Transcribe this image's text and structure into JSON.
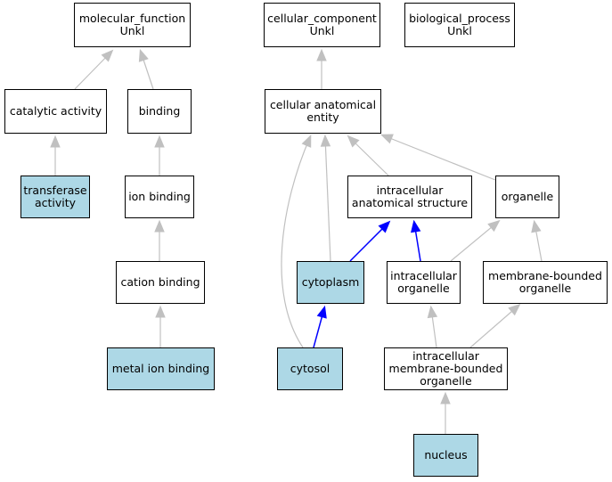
{
  "nodes": {
    "molecular_function": {
      "label": "molecular_function\nUnkl",
      "highlighted": false
    },
    "cellular_component": {
      "label": "cellular_component\nUnkl",
      "highlighted": false
    },
    "biological_process": {
      "label": "biological_process\nUnkl",
      "highlighted": false
    },
    "catalytic_activity": {
      "label": "catalytic activity",
      "highlighted": false
    },
    "binding": {
      "label": "binding",
      "highlighted": false
    },
    "cellular_anatomical_entity": {
      "label": "cellular anatomical\nentity",
      "highlighted": false
    },
    "transferase_activity": {
      "label": "transferase\nactivity",
      "highlighted": true
    },
    "ion_binding": {
      "label": "ion binding",
      "highlighted": false
    },
    "intracellular_anatomical_structure": {
      "label": "intracellular\nanatomical structure",
      "highlighted": false
    },
    "organelle": {
      "label": "organelle",
      "highlighted": false
    },
    "cation_binding": {
      "label": "cation binding",
      "highlighted": false
    },
    "cytoplasm": {
      "label": "cytoplasm",
      "highlighted": true
    },
    "intracellular_organelle": {
      "label": "intracellular\norganelle",
      "highlighted": false
    },
    "membrane_bounded_organelle": {
      "label": "membrane-bounded\norganelle",
      "highlighted": false
    },
    "metal_ion_binding": {
      "label": "metal ion binding",
      "highlighted": true
    },
    "cytosol": {
      "label": "cytosol",
      "highlighted": true
    },
    "intracellular_membrane_bounded_organelle": {
      "label": "intracellular\nmembrane-bounded\norganelle",
      "highlighted": false
    },
    "nucleus": {
      "label": "nucleus",
      "highlighted": true
    }
  },
  "edges": [
    {
      "from": "catalytic_activity",
      "to": "molecular_function",
      "color": "#c0c0c0"
    },
    {
      "from": "binding",
      "to": "molecular_function",
      "color": "#c0c0c0"
    },
    {
      "from": "transferase_activity",
      "to": "catalytic_activity",
      "color": "#c0c0c0"
    },
    {
      "from": "ion_binding",
      "to": "binding",
      "color": "#c0c0c0"
    },
    {
      "from": "cation_binding",
      "to": "ion_binding",
      "color": "#c0c0c0"
    },
    {
      "from": "metal_ion_binding",
      "to": "cation_binding",
      "color": "#c0c0c0"
    },
    {
      "from": "cellular_anatomical_entity",
      "to": "cellular_component",
      "color": "#c0c0c0"
    },
    {
      "from": "intracellular_anatomical_structure",
      "to": "cellular_anatomical_entity",
      "color": "#c0c0c0"
    },
    {
      "from": "organelle",
      "to": "cellular_anatomical_entity",
      "color": "#c0c0c0"
    },
    {
      "from": "cytoplasm",
      "to": "cellular_anatomical_entity",
      "color": "#c0c0c0"
    },
    {
      "from": "cytosol",
      "to": "cellular_anatomical_entity",
      "color": "#c0c0c0"
    },
    {
      "from": "cytoplasm",
      "to": "intracellular_anatomical_structure",
      "color": "#0000ff"
    },
    {
      "from": "intracellular_organelle",
      "to": "intracellular_anatomical_structure",
      "color": "#0000ff"
    },
    {
      "from": "intracellular_organelle",
      "to": "organelle",
      "color": "#c0c0c0"
    },
    {
      "from": "membrane_bounded_organelle",
      "to": "organelle",
      "color": "#c0c0c0"
    },
    {
      "from": "cytosol",
      "to": "cytoplasm",
      "color": "#0000ff"
    },
    {
      "from": "intracellular_membrane_bounded_organelle",
      "to": "intracellular_organelle",
      "color": "#c0c0c0"
    },
    {
      "from": "intracellular_membrane_bounded_organelle",
      "to": "membrane_bounded_organelle",
      "color": "#c0c0c0"
    },
    {
      "from": "nucleus",
      "to": "intracellular_membrane_bounded_organelle",
      "color": "#c0c0c0"
    }
  ]
}
